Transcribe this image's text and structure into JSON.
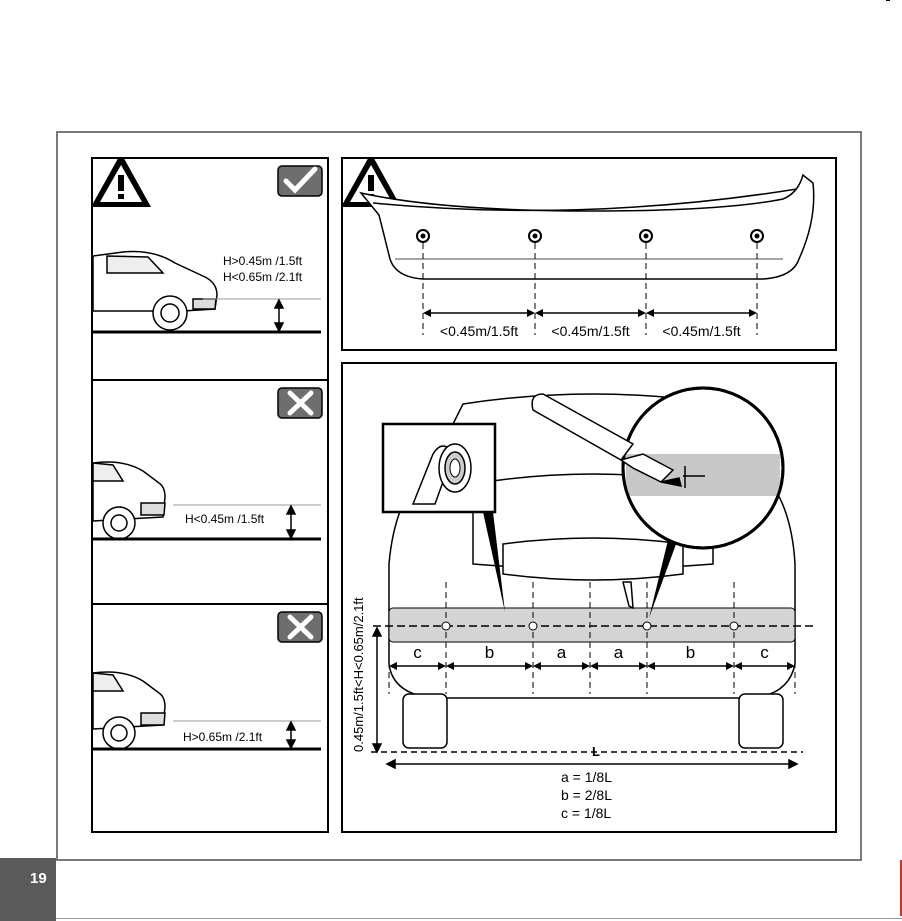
{
  "page": {
    "number": "19"
  },
  "height_panels": [
    {
      "label_1": "H>0.45m /1.5ft",
      "label_2": "H<0.65m /2.1ft",
      "status": "check"
    },
    {
      "label_1": "H<0.45m /1.5ft",
      "status": "cross"
    },
    {
      "label_1": "H>0.65m /2.1ft",
      "status": "cross"
    }
  ],
  "spacing_panel": {
    "labels": [
      "<0.45m/1.5ft",
      "<0.45m/1.5ft",
      "<0.45m/1.5ft"
    ]
  },
  "placement_panel": {
    "segments": [
      "c",
      "b",
      "a",
      "a",
      "b",
      "c"
    ],
    "vertical_label": "0.45m/1.5ft<H<0.65m/2.1ft",
    "length_label": "L",
    "formulas": [
      "a = 1/8L",
      "b = 2/8L",
      "c = 1/8L"
    ]
  },
  "colors": {
    "frame": "#7a7a7a",
    "tape_band": "#d4d4d4",
    "page_tab": "#5a5a5a"
  }
}
